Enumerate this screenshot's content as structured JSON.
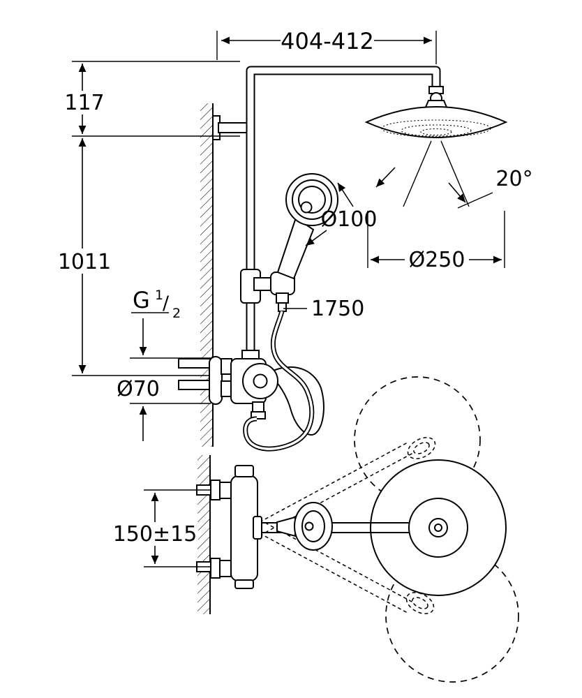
{
  "drawing": {
    "labels": {
      "top_width": "404-412",
      "offset_117": "117",
      "height_1011": "1011",
      "spray_angle": "20°",
      "handshower_diameter": "Ø100",
      "showerhead_diameter": "Ø250",
      "hose_length": "1750",
      "thread_g": "G",
      "thread_sup": "1",
      "thread_slash": "/",
      "thread_sub": "2",
      "escutcheon_diameter": "Ø70",
      "connection_spacing": "150±15"
    },
    "colors": {
      "line": "#000000",
      "background": "#ffffff"
    }
  }
}
